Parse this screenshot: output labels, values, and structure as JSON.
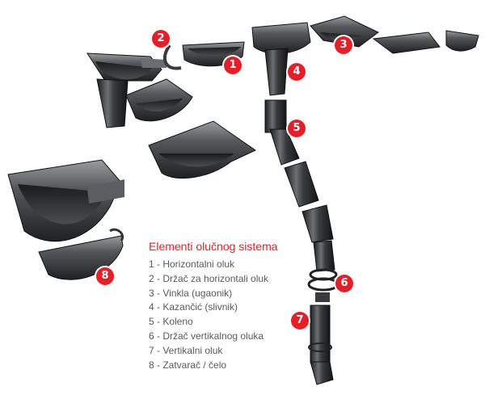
{
  "colors": {
    "accent": "#e3202a",
    "text": "#5a5a5a",
    "metal_dark": "#2e2f31",
    "metal_light": "#8a8c8f",
    "background": "#ffffff"
  },
  "legend": {
    "title": "Elementi olučnog sistema",
    "items": [
      "1 - Horizontalni oluk",
      "2 - Držač za horizontali oluk",
      "3 - Vinkla (ugaonik)",
      "4 - Kazančić (slivnik)",
      "5 - Koleno",
      "6 - Držač vertikalnog oluka",
      "7 - Vertikalni oluk",
      "8 - Zatvarač / čelo"
    ]
  },
  "badges": [
    "1",
    "2",
    "3",
    "4",
    "5",
    "6",
    "7",
    "8"
  ]
}
